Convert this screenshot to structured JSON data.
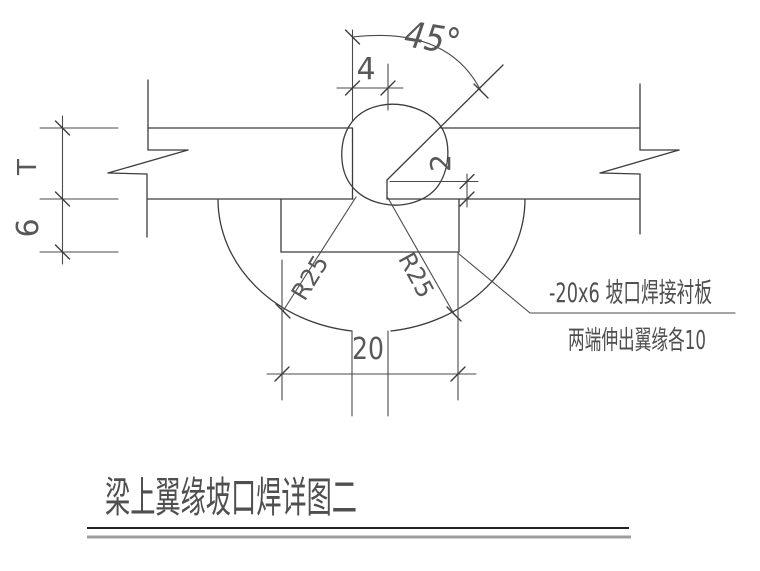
{
  "drawing": {
    "labels": {
      "angle": "45°",
      "root_gap": "4",
      "root_face": "2",
      "flange_thickness": "T",
      "plate_thickness": "6",
      "plate_width": "20",
      "radius_left": "R25",
      "radius_right": "R25"
    },
    "annotation": {
      "line1": "-20x6 坡口焊接衬板",
      "line2": "两端伸出翼缘各10"
    },
    "title": "梁上翼缘坡口焊详图二",
    "colors": {
      "line": "#3c3c3c",
      "text": "#585858",
      "title_rule_dark": "#222222",
      "title_rule_gray": "#9d9d9d"
    }
  }
}
